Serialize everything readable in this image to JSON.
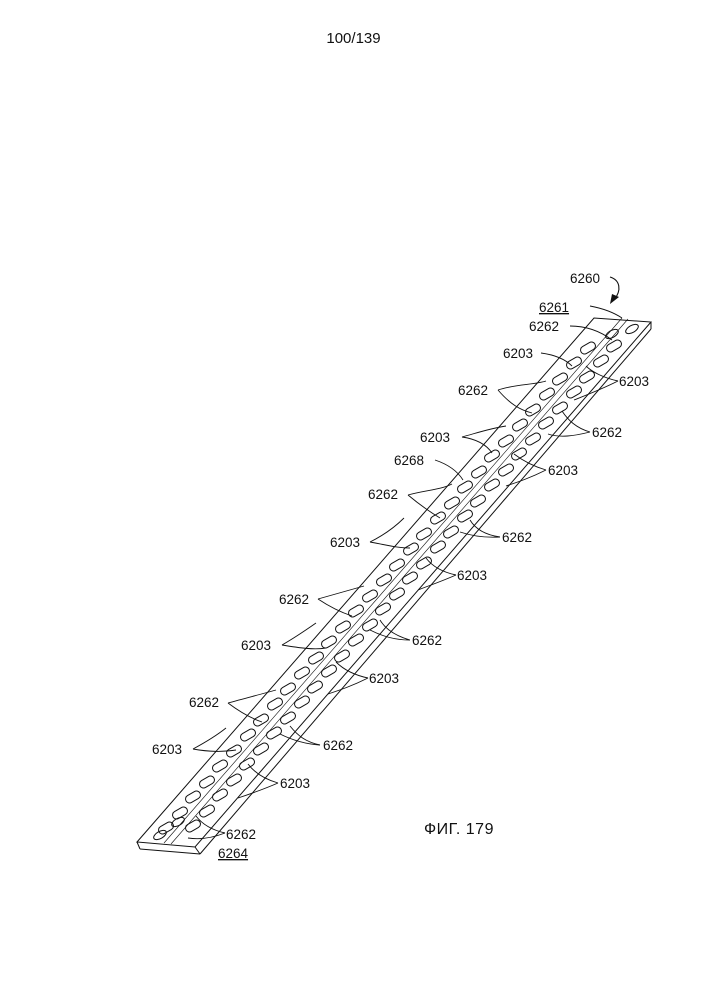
{
  "header": {
    "page_number": "100/139"
  },
  "figure": {
    "caption": "ФИГ. 179",
    "labels": {
      "assembly": "6260",
      "top_end": "6261",
      "bottom_end": "6264",
      "center_strip": "6268",
      "adjunct": "6262",
      "staple": "6203"
    }
  }
}
